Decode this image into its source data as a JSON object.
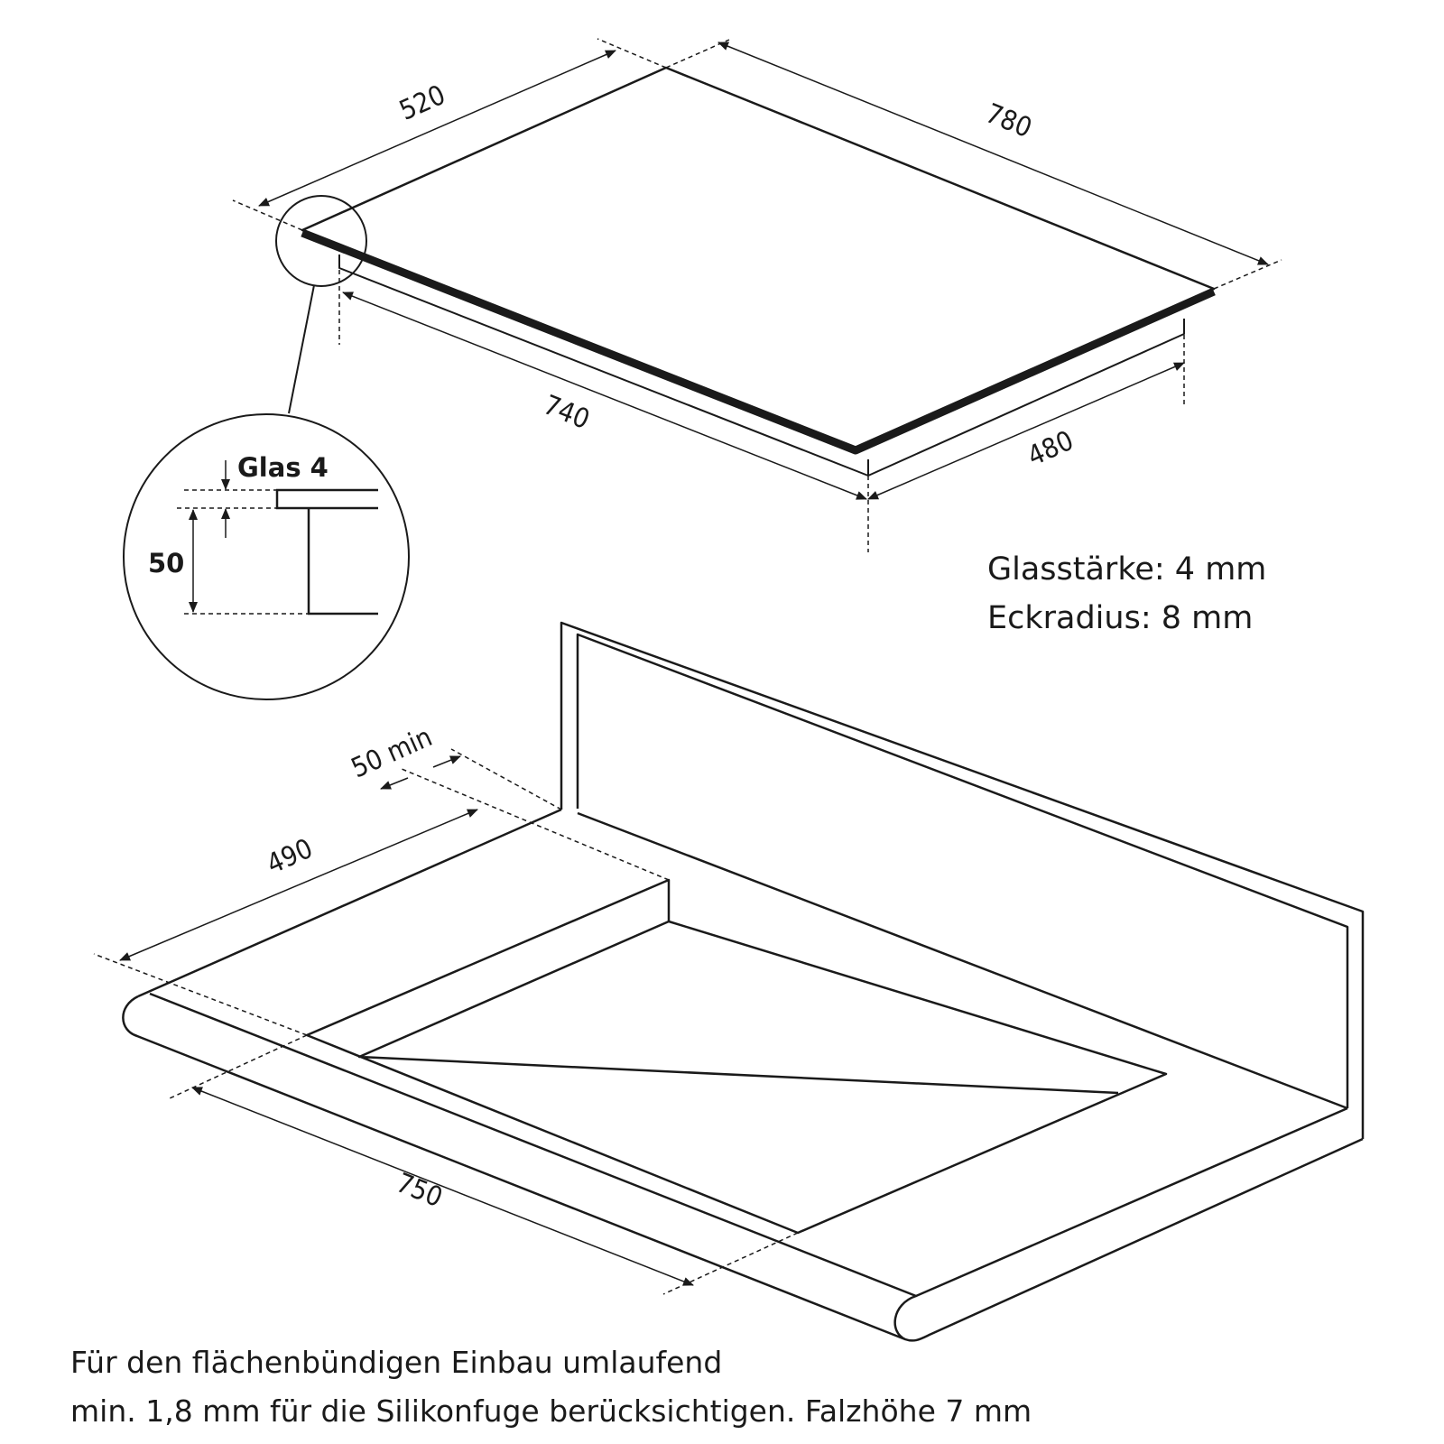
{
  "dimensions": {
    "hob_depth": "520",
    "hob_width": "780",
    "cutout_width": "740",
    "cutout_depth": "480",
    "glass_label": "Glas 4",
    "frame_height": "50",
    "worktop_min_gap": "50 min",
    "worktop_depth": "490",
    "worktop_width": "750"
  },
  "specs": {
    "glass_thickness": "Glasstärke: 4 mm",
    "corner_radius": "Eckradius: 8 mm"
  },
  "footnote": {
    "line1": "Für den flächenbündigen Einbau umlaufend",
    "line2": "min. 1,8 mm für die Silikonfuge berücksichtigen. Falzhöhe 7 mm"
  }
}
